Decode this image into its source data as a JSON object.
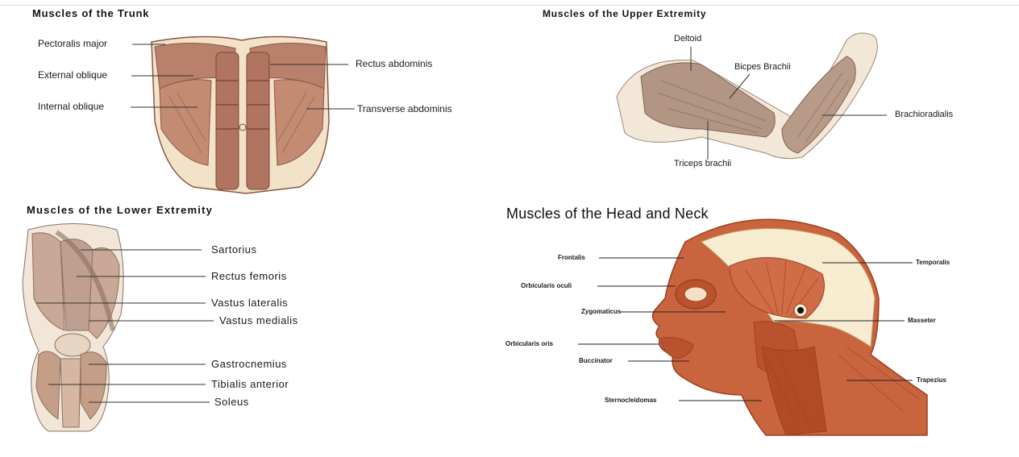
{
  "panels": {
    "trunk": {
      "title": "Muscles of the Trunk",
      "labels": {
        "pectoralis": "Pectoralis major",
        "external": "External oblique",
        "internal": "Internal oblique",
        "rectus": "Rectus abdominis",
        "transverse": "Transverse abdominis"
      }
    },
    "upper": {
      "title": "Muscles of the Upper Extremity",
      "labels": {
        "deltoid": "Deltoid",
        "biceps": "Bicpes Brachii",
        "brachioradialis": "Brachioradialis",
        "triceps": "Triceps brachii"
      }
    },
    "lower": {
      "title": "Muscles of the Lower Extremity",
      "labels": {
        "sartorius": "Sartorius",
        "rectus_femoris": "Rectus femoris",
        "vastus_lateralis": "Vastus lateralis",
        "vastus_medialis": "Vastus medialis",
        "gastrocnemius": "Gastrocnemius",
        "tibialis": "Tibialis anterior",
        "soleus": "Soleus"
      }
    },
    "head": {
      "title": "Muscles of the Head and Neck",
      "labels": {
        "frontalis": "Frontalis",
        "orbicularis_oculi": "Orbicularis oculi",
        "zygomaticus": "Zygomaticus",
        "orbicularis_oris": "Orbicularis oris",
        "buccinator": "Buccinator",
        "sternocleidomas": "Sternocleidomas",
        "temporalis": "Temporalis",
        "masseter": "Masseter",
        "trapezius": "Trapezius"
      }
    }
  },
  "colors": {
    "muscle": "#b9806b",
    "muscle_dark": "#8c5646",
    "skin": "#f1e2c8",
    "head_muscle": "#c8643e",
    "head_dark": "#9e3f20",
    "skull": "#f7ecd0"
  }
}
